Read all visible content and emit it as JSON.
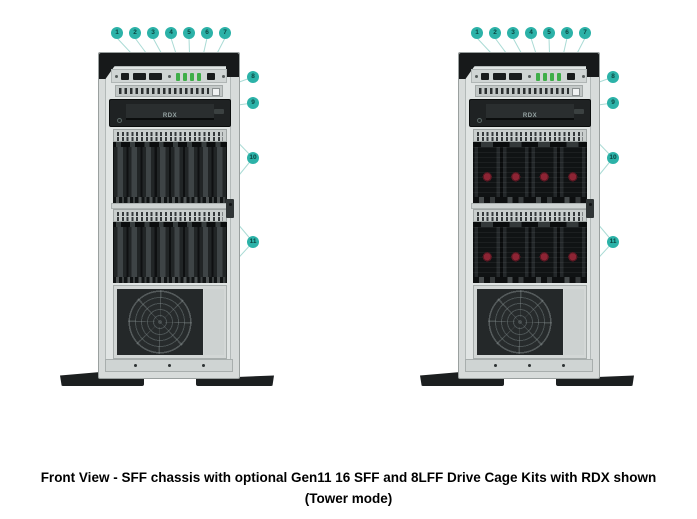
{
  "figure": {
    "caption": {
      "line1": "Front View - SFF chassis with optional Gen11 16 SFF and 8LFF Drive Cage Kits with RDX shown",
      "line2": "(Tower mode)"
    },
    "callouts": {
      "top": [
        "1",
        "2",
        "3",
        "4",
        "5",
        "6",
        "7"
      ],
      "side": [
        "8",
        "9",
        "10",
        "11"
      ]
    },
    "rdx_label": "RDX",
    "drive_bays": {
      "left_tower_sff_cages": 2,
      "left_tower_sff_drives_per_cage": 8,
      "right_tower_lff_cages": 2,
      "right_tower_lff_drives_per_cage": 4
    },
    "colors": {
      "callout_circle": "#2cb2a8",
      "leader_line": "#aadbd5",
      "lff_release_button": "#8d2434",
      "status_led_green": "#3fae49",
      "chassis_gray": "#d7dbda",
      "bezel_black": "#17191a"
    }
  }
}
